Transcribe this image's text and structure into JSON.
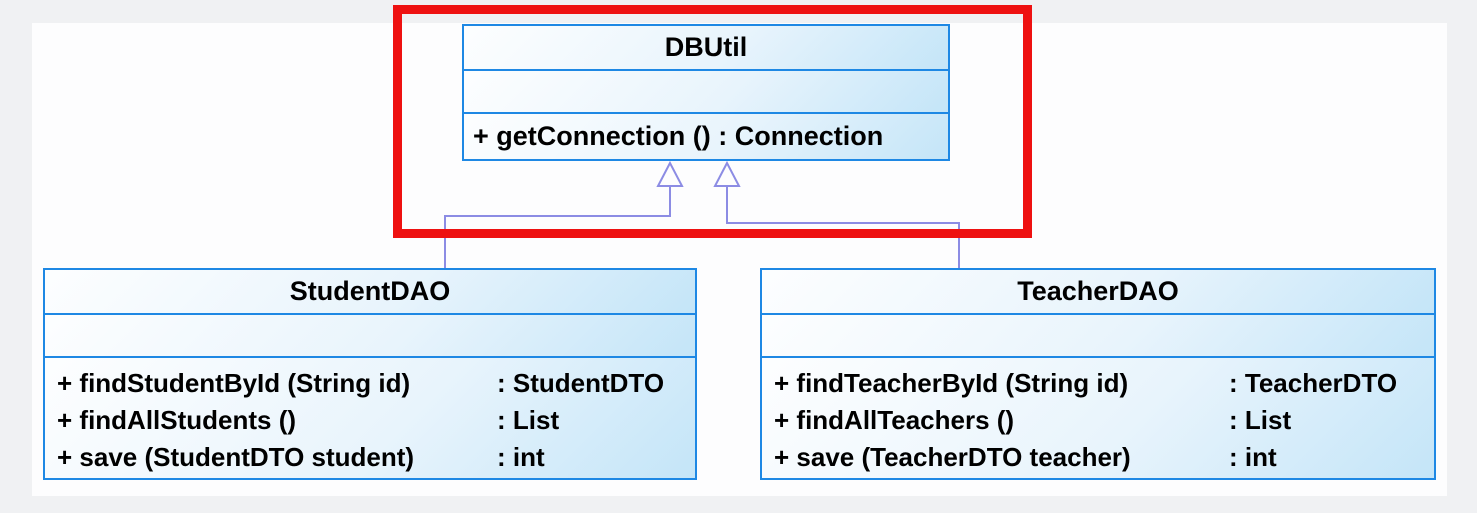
{
  "diagram": {
    "type": "uml-class-diagram",
    "classes": {
      "dbutil": {
        "title": "DBUtil",
        "attributes": "",
        "method": "+ getConnection () : Connection"
      },
      "student_dao": {
        "title": "StudentDAO",
        "attributes": "",
        "methods": [
          {
            "sig": "+ findStudentById (String id)",
            "ret": ": StudentDTO"
          },
          {
            "sig": "+ findAllStudents ()",
            "ret": ": List"
          },
          {
            "sig": "+ save (StudentDTO student)",
            "ret": ": int"
          }
        ]
      },
      "teacher_dao": {
        "title": "TeacherDAO",
        "attributes": "",
        "methods": [
          {
            "sig": "+ findTeacherById (String id)",
            "ret": ": TeacherDTO"
          },
          {
            "sig": "+ findAllTeachers ()",
            "ret": ": List"
          },
          {
            "sig": "+ save (TeacherDTO teacher)",
            "ret": ": int"
          }
        ]
      }
    },
    "relationships": [
      {
        "from": "StudentDAO",
        "to": "DBUtil",
        "type": "generalization"
      },
      {
        "from": "TeacherDAO",
        "to": "DBUtil",
        "type": "generalization"
      }
    ],
    "annotation": {
      "shape": "rectangle",
      "around": "DBUtil",
      "color": "#ee1111"
    },
    "colors": {
      "class_border": "#1e88e4",
      "class_fill_light": "#fdfeff",
      "class_fill_dark": "#c4e5f8",
      "connector": "#8c8ce4",
      "highlight": "#ee1111",
      "canvas": "#fdfdfe",
      "page_background": "#f0f1f3",
      "text": "#000000"
    }
  }
}
